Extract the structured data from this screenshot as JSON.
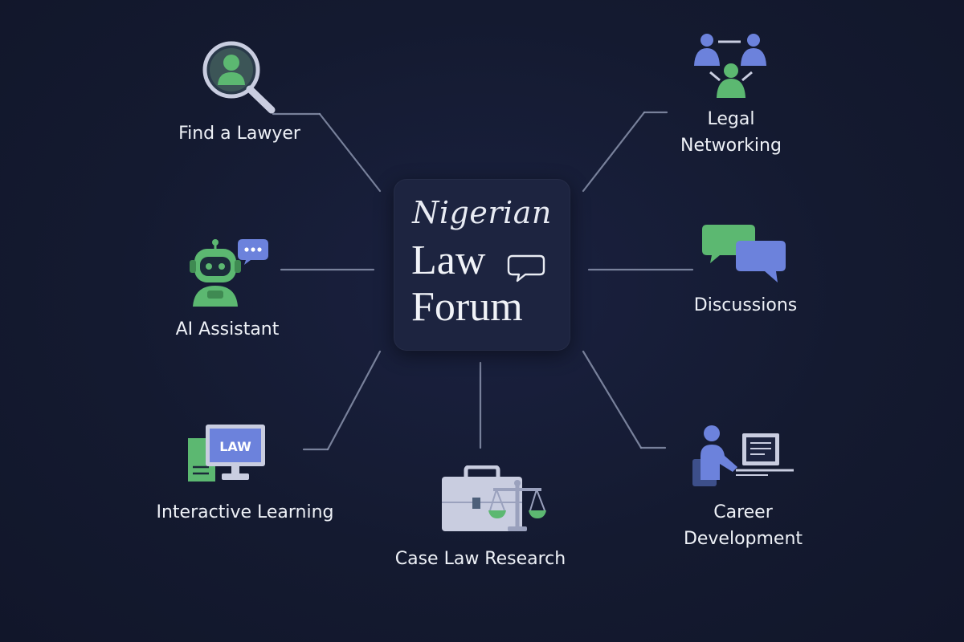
{
  "hub": {
    "script_title": "Nigerian",
    "title_line1": "Law",
    "title_line2": "Forum"
  },
  "features": [
    {
      "id": "find-a-lawyer",
      "label": "Find a Lawyer",
      "icon": "search-person-icon"
    },
    {
      "id": "legal-networking",
      "label_line1": "Legal",
      "label_line2": "Networking",
      "icon": "people-network-icon"
    },
    {
      "id": "ai-assistant",
      "label": "AI Assistant",
      "icon": "robot-chat-icon"
    },
    {
      "id": "discussions",
      "label": "Discussions",
      "icon": "chat-bubbles-icon"
    },
    {
      "id": "interactive-learning",
      "label": "Interactive Learning",
      "icon": "computer-law-icon",
      "screen_text": "LAW"
    },
    {
      "id": "case-law-research",
      "label": "Case Law Research",
      "icon": "briefcase-scales-icon"
    },
    {
      "id": "career-development",
      "label_line1": "Career",
      "label_line2": "Development",
      "icon": "person-at-computer-icon"
    }
  ],
  "colors": {
    "background": "#141a30",
    "hub": "#1d2440",
    "green": "#5cb871",
    "blue": "#6c82dc",
    "lavender": "#c9cde0",
    "connector": "#8a93ad"
  }
}
